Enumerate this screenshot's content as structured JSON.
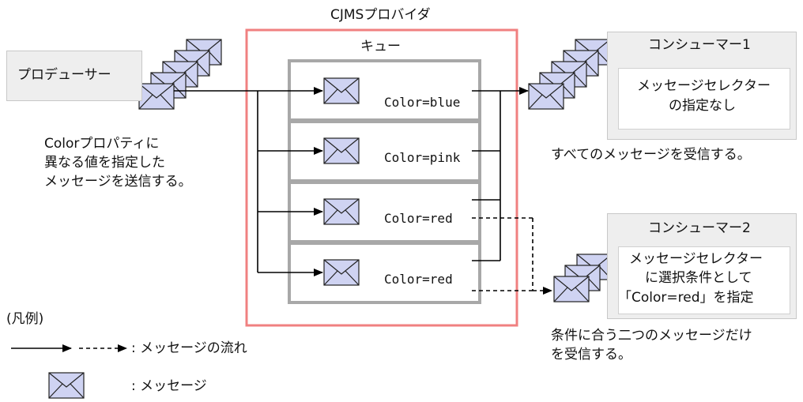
{
  "provider": {
    "title": "CJMSプロバイダ"
  },
  "queue": {
    "title": "キュー",
    "messages": [
      "Color=blue",
      "Color=pink",
      "Color=red",
      "Color=red"
    ]
  },
  "producer": {
    "label": "プロデューサー",
    "description": [
      "Colorプロパティに",
      "異なる値を指定した",
      "メッセージを送信する。"
    ]
  },
  "consumer1": {
    "title": "コンシューマー1",
    "selector": [
      "メッセージセレクター",
      "の指定なし"
    ],
    "result": "すべてのメッセージを受信する。"
  },
  "consumer2": {
    "title": "コンシューマー2",
    "selector": [
      "メッセージセレクター",
      "に選択条件として",
      "「Color=red」を指定"
    ],
    "result": [
      "条件に合う二つのメッセージだけ",
      "を受信する。"
    ]
  },
  "legend": {
    "title": "(凡例)",
    "flow": ": メッセージの流れ",
    "message": ": メッセージ"
  },
  "colors": {
    "provider_border": "#f08080",
    "queue_border": "#a8a8a8",
    "envelope_fill": "#cfd3f2",
    "envelope_stroke": "#222222"
  },
  "icons": [
    "envelope-icon",
    "arrow-icon"
  ]
}
